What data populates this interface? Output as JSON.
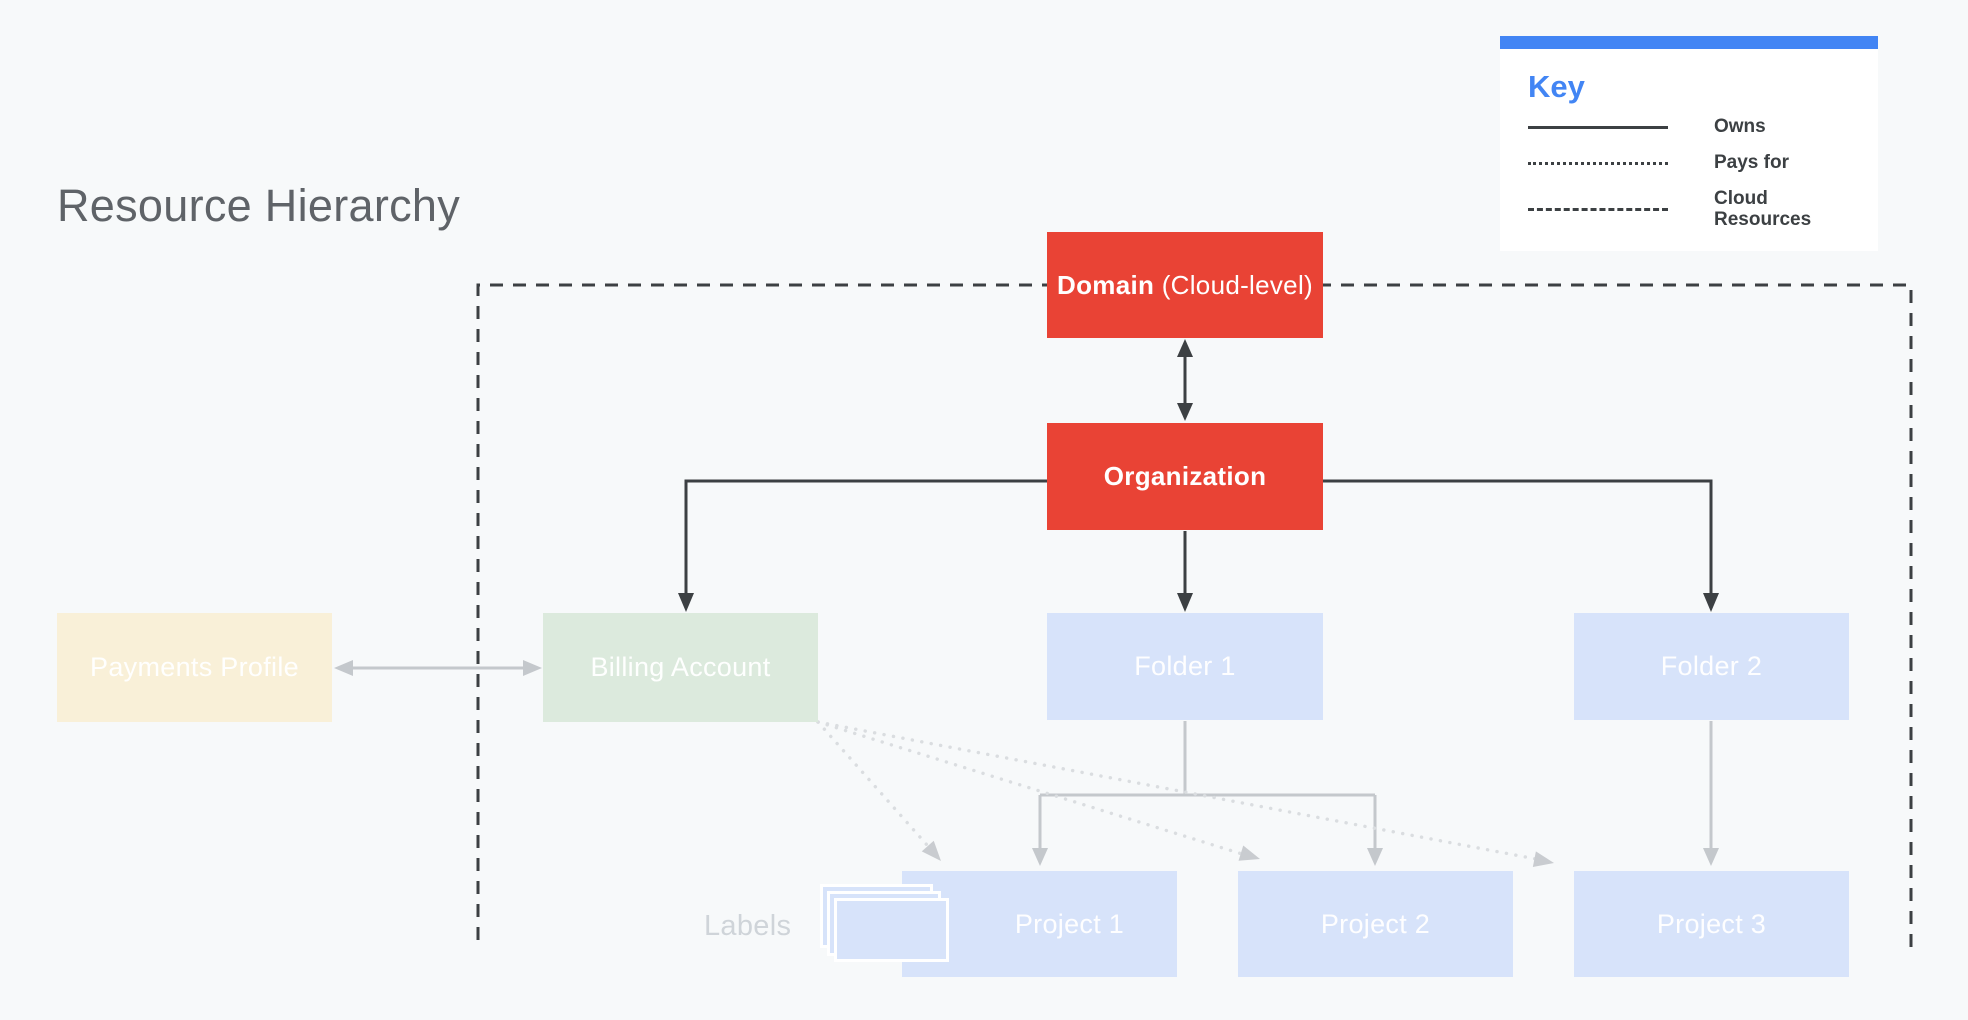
{
  "page": {
    "title": "Resource Hierarchy",
    "background_color": "#F7F9FA"
  },
  "key": {
    "title": "Key",
    "accent_color": "#4285F4",
    "items": [
      {
        "style": "solid",
        "label": "Owns"
      },
      {
        "style": "dotted",
        "label": "Pays for"
      },
      {
        "style": "dashed",
        "label": "Cloud Resources"
      }
    ]
  },
  "nodes": {
    "domain": {
      "label_bold": "Domain",
      "label_suffix": " (Cloud-level)",
      "color": "#E94335"
    },
    "organization": {
      "label": "Organization",
      "color": "#E94335"
    },
    "payments_profile": {
      "label": "Payments Profile",
      "color": "#F9F0D8"
    },
    "billing_account": {
      "label": "Billing Account",
      "color": "#DCEADD"
    },
    "folder_1": {
      "label": "Folder 1",
      "color": "#D7E3FA"
    },
    "folder_2": {
      "label": "Folder 2",
      "color": "#D7E3FA"
    },
    "project_1": {
      "label": "Project 1",
      "color": "#D7E3FA"
    },
    "project_2": {
      "label": "Project 2",
      "color": "#D7E3FA"
    },
    "project_3": {
      "label": "Project 3",
      "color": "#D7E3FA"
    }
  },
  "annotations": {
    "labels": "Labels"
  },
  "edges": [
    {
      "from": "domain",
      "to": "organization",
      "type": "owns",
      "style": "double-arrow"
    },
    {
      "from": "organization",
      "to": "billing_account",
      "type": "owns"
    },
    {
      "from": "organization",
      "to": "folder_1",
      "type": "owns"
    },
    {
      "from": "organization",
      "to": "folder_2",
      "type": "owns"
    },
    {
      "from": "payments_profile",
      "to": "billing_account",
      "type": "linked",
      "style": "double-arrow"
    },
    {
      "from": "folder_1",
      "to": "project_1",
      "type": "owns"
    },
    {
      "from": "folder_1",
      "to": "project_2",
      "type": "owns"
    },
    {
      "from": "folder_2",
      "to": "project_3",
      "type": "owns"
    },
    {
      "from": "billing_account",
      "to": "project_1",
      "type": "pays_for"
    },
    {
      "from": "billing_account",
      "to": "project_2",
      "type": "pays_for"
    },
    {
      "from": "billing_account",
      "to": "project_3",
      "type": "pays_for"
    }
  ],
  "boundary": {
    "name": "cloud_resources",
    "style": "dashed"
  },
  "colors": {
    "red": "#E94335",
    "light_blue": "#D7E3FA",
    "light_green": "#DCEADD",
    "cream": "#F9F0D8",
    "dark_line": "#3C4043",
    "gray_line": "#C4C8CC",
    "dotted_line": "#DADDE0",
    "title_gray": "#5F6368",
    "key_blue": "#4285F4"
  }
}
